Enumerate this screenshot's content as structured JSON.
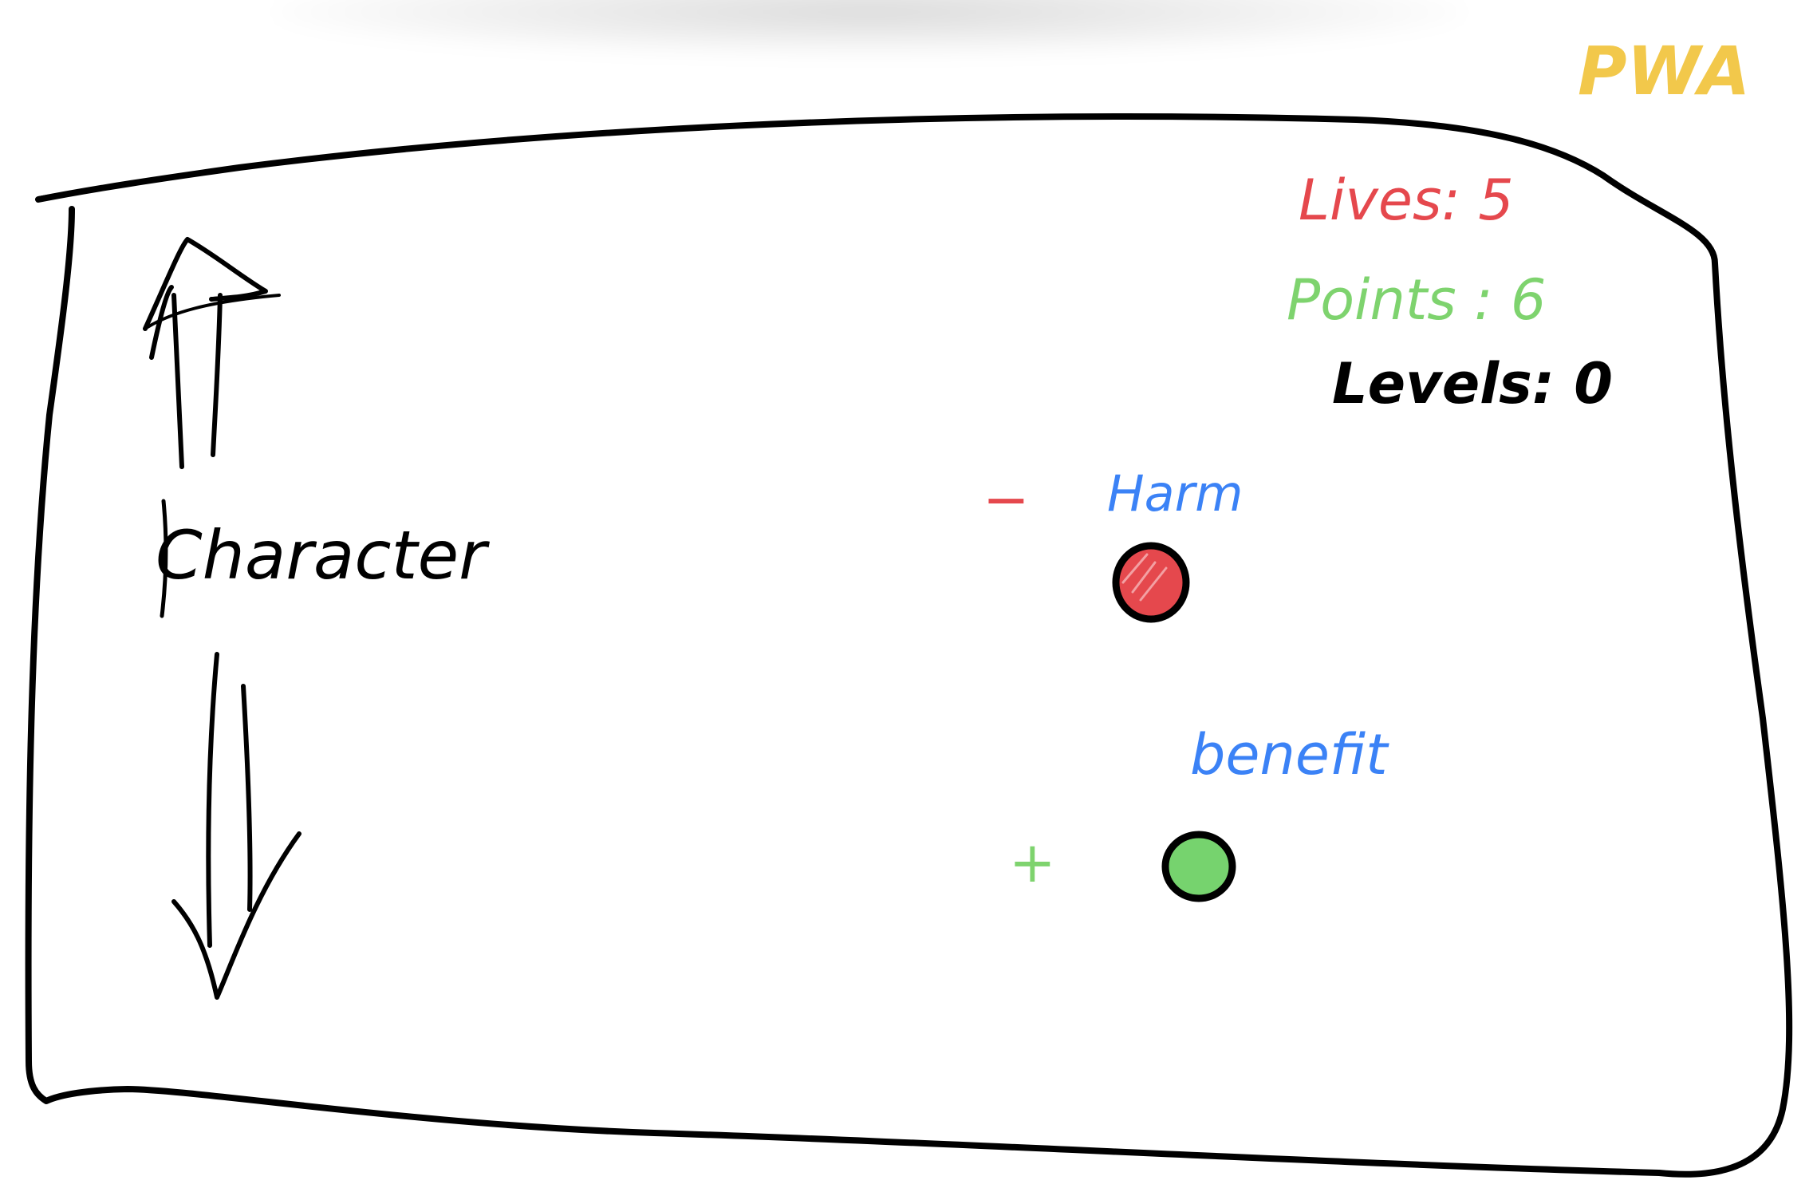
{
  "title": "PWA",
  "hud": {
    "lives_label": "Lives: 5",
    "points_label": "Points : 6",
    "levels_label": "Levels: 0"
  },
  "character": {
    "label": "Character",
    "up_icon": "double-arrow-up-icon",
    "down_icon": "double-arrow-down-icon"
  },
  "harm": {
    "sign": "−",
    "label": "Harm",
    "icon": "red-dot-icon"
  },
  "benefit": {
    "sign": "+",
    "label": "benefit",
    "icon": "green-dot-icon"
  },
  "colors": {
    "ink": "#000000",
    "title": "#f2c84b",
    "lives": "#e5484d",
    "points": "#7ed36e",
    "label_blue": "#3b82f6",
    "harm_dot": "#e5484d",
    "benefit_dot": "#76d36e"
  }
}
